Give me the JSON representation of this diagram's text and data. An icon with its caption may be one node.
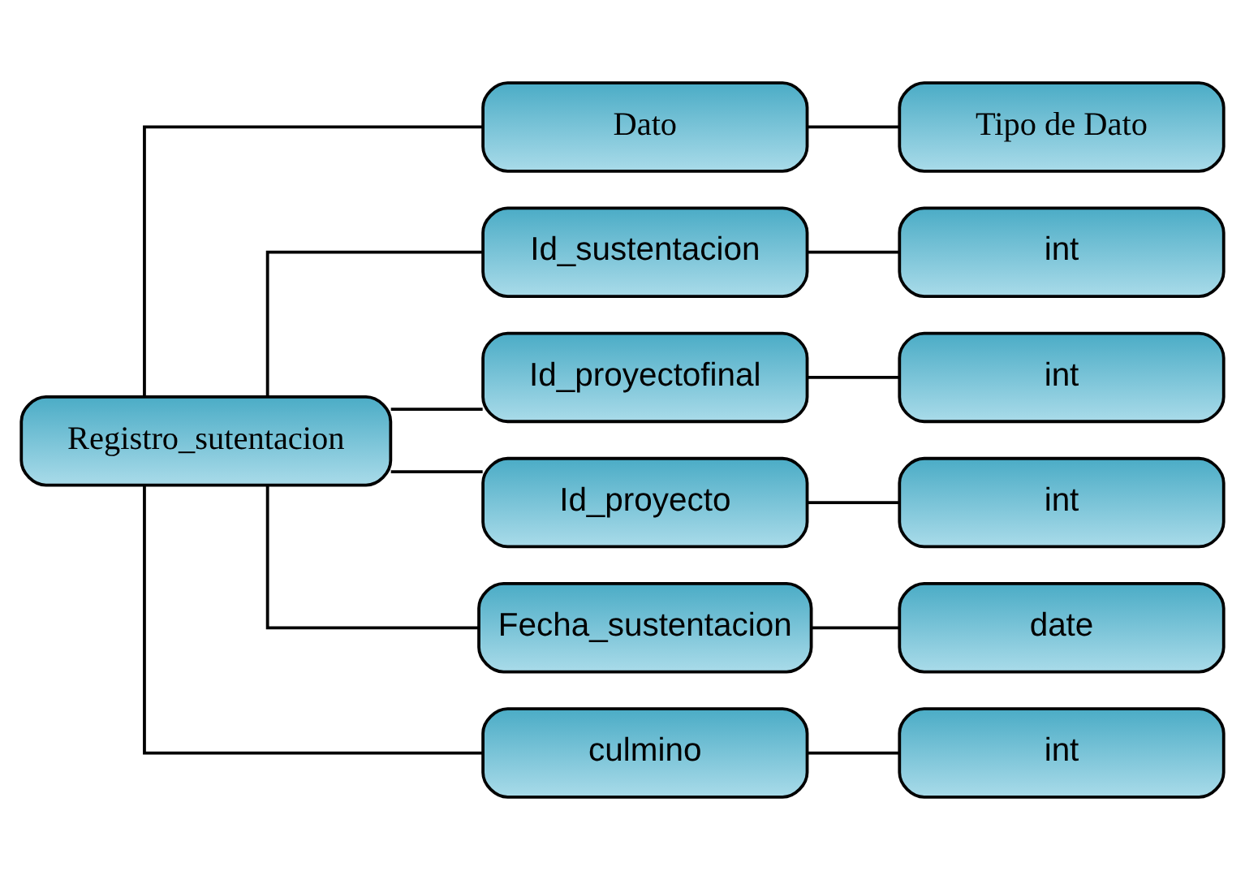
{
  "diagram": {
    "nodes": [
      {
        "text": [
          "Registro_sutentacion"
        ]
      },
      {
        "text": [
          "Dato"
        ]
      },
      {
        "text": [
          "Tipo de Dato"
        ]
      },
      {
        "text": [
          "Id_sustentacion"
        ]
      },
      {
        "text": [
          "int"
        ]
      },
      {
        "text": [
          "Id_proyectofinal"
        ]
      },
      {
        "text": [
          "int"
        ]
      },
      {
        "text": [
          "Id_proyecto"
        ]
      },
      {
        "text": [
          "int"
        ]
      },
      {
        "text": [
          "Fecha_sustentacion"
        ]
      },
      {
        "text": [
          "date"
        ]
      },
      {
        "text": [
          "culmino"
        ]
      },
      {
        "text": [
          "int"
        ]
      }
    ],
    "edges": [
      {
        "from": 0,
        "to": 1,
        "arrow": "none"
      },
      {
        "from": 0,
        "to": 3,
        "arrow": "none"
      },
      {
        "from": 0,
        "to": 5,
        "arrow": "none"
      },
      {
        "from": 0,
        "to": 7,
        "arrow": "none"
      },
      {
        "from": 0,
        "to": 9,
        "arrow": "none"
      },
      {
        "from": 0,
        "to": 11,
        "arrow": "none"
      },
      {
        "from": 1,
        "to": 2,
        "arrow": "none"
      },
      {
        "from": 3,
        "to": 4,
        "arrow": "none"
      },
      {
        "from": 5,
        "to": 6,
        "arrow": "none"
      },
      {
        "from": 7,
        "to": 8,
        "arrow": "none"
      },
      {
        "from": 9,
        "to": 10,
        "arrow": "none"
      },
      {
        "from": 11,
        "to": 12,
        "arrow": "none"
      }
    ]
  }
}
